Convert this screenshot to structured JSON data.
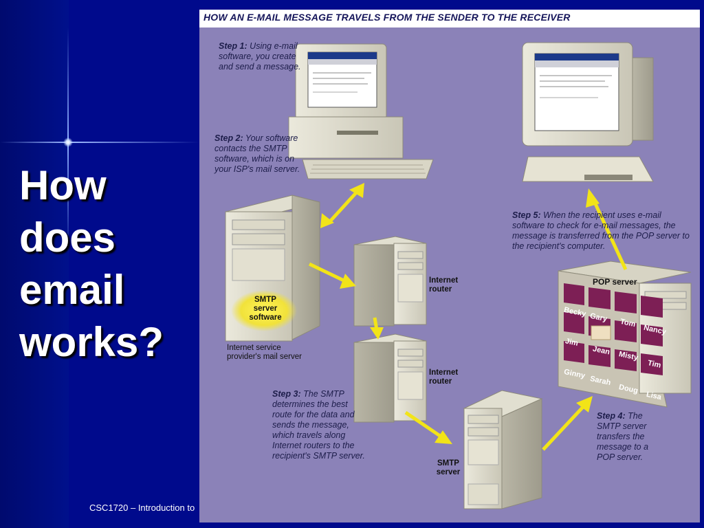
{
  "slide": {
    "title": "How\ndoes\nemail\nworks?",
    "footer": "CSC1720 – Introduction to"
  },
  "diagram": {
    "heading": "HOW AN E-MAIL MESSAGE TRAVELS FROM THE SENDER TO THE RECEIVER",
    "step1": {
      "label": "Step 1:",
      "text": " Using e-mail software, you create and send a message."
    },
    "step2": {
      "label": "Step 2:",
      "text": " Your software contacts the SMTP software, which is on your ISP's mail server."
    },
    "step3": {
      "label": "Step 3:",
      "text": " The SMTP determines the best route for the data and sends the message, which travels along Internet routers to the recipient's SMTP server."
    },
    "step4": {
      "label": "Step 4:",
      "text": " The SMTP server transfers the message to a POP server."
    },
    "step5": {
      "label": "Step 5:",
      "text": " When the recipient uses e-mail software to check for e-mail messages, the message is transferred from the POP server to the recipient's computer."
    },
    "labels": {
      "smtp_software": "SMTP server software",
      "isp_server": "Internet service provider's mail server",
      "router1": "Internet router",
      "router2": "Internet router",
      "smtp_server": "SMTP server",
      "pop_server": "POP server"
    },
    "mailbox_names": [
      "Becky",
      "Gary",
      "Tom",
      "Nancy",
      "Jim",
      "Jean",
      "Misty",
      "Tim",
      "Ginny",
      "Sarah",
      "Doug",
      "Lisa"
    ],
    "colors": {
      "background": "#8b82b8",
      "arrow": "#f2e418",
      "slide": "#000a8c"
    }
  }
}
